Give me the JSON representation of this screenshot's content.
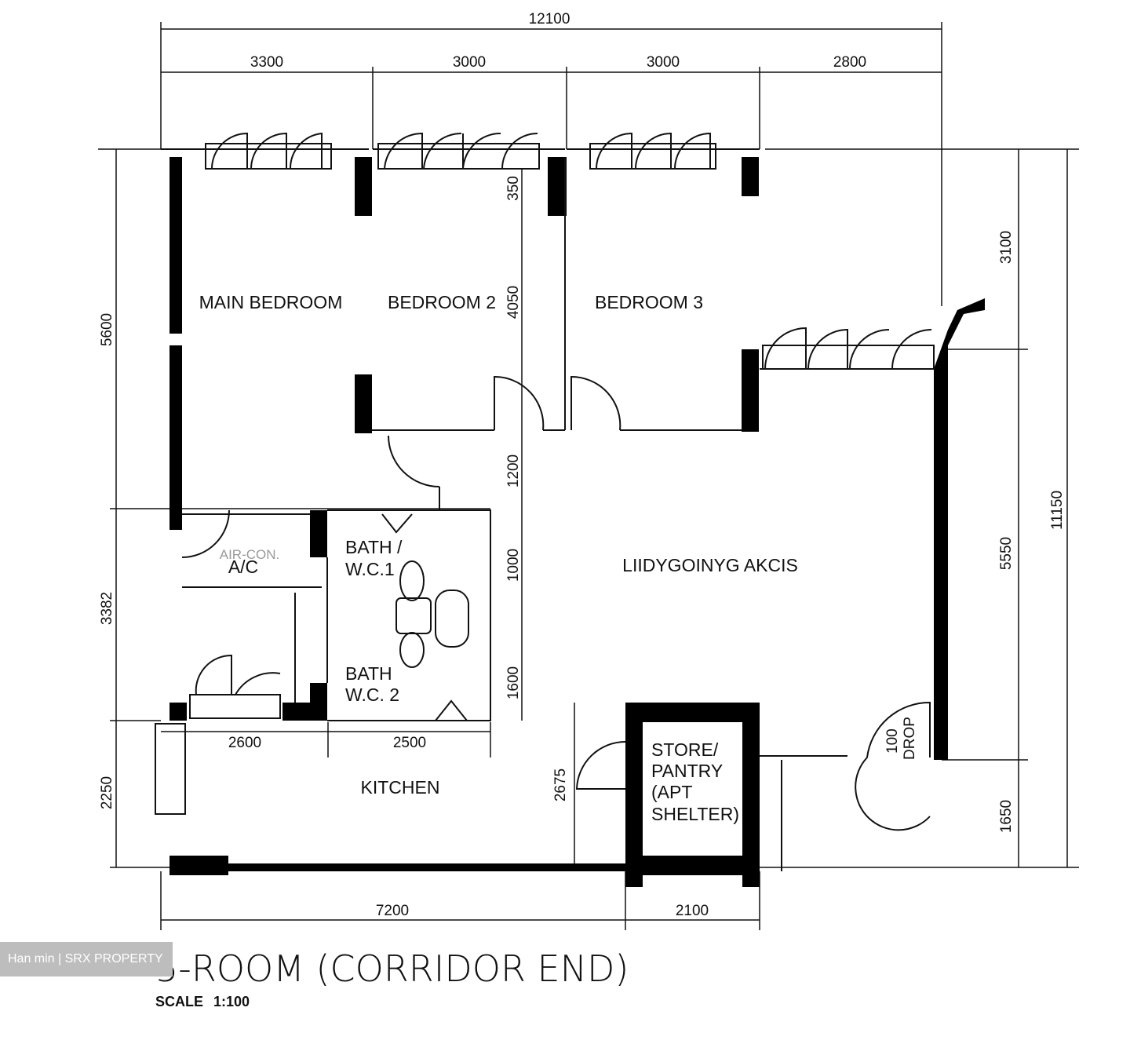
{
  "plan": {
    "title": "5-ROOM (CORRIDOR END)",
    "scale_label": "SCALE",
    "scale_value": "1:100",
    "watermark": "Han min | SRX PROPERTY"
  },
  "rooms": {
    "main_bedroom": "MAIN BEDROOM",
    "bedroom_2": "BEDROOM 2",
    "bedroom_3": "BEDROOM 3",
    "aircon_faded": "AIR-CON.",
    "aircon": "A/C",
    "bath1_line1": "BATH /",
    "bath1_line2": "W.C.1",
    "bath2_line1": "BATH",
    "bath2_line2": "W.C. 2",
    "living": "LIIDYGOINYG AKCIS",
    "kitchen": "KITCHEN",
    "store_line1": "STORE/",
    "store_line2": "PANTRY",
    "store_line3": "(APT",
    "store_line4": "SHELTER)",
    "drop_line1": "100",
    "drop_line2": "DROP"
  },
  "dimensions": {
    "top_total": "12100",
    "top": [
      "3300",
      "3000",
      "3000",
      "2800"
    ],
    "left": [
      "5600",
      "3382",
      "2250"
    ],
    "right": [
      "3100",
      "5550",
      "1650"
    ],
    "right_total": "11150",
    "inner": [
      "350",
      "4050",
      "1200",
      "1000",
      "1600"
    ],
    "kitchen": [
      "2600",
      "2500"
    ],
    "store_depth": "2675",
    "bottom": [
      "7200",
      "2100"
    ]
  }
}
